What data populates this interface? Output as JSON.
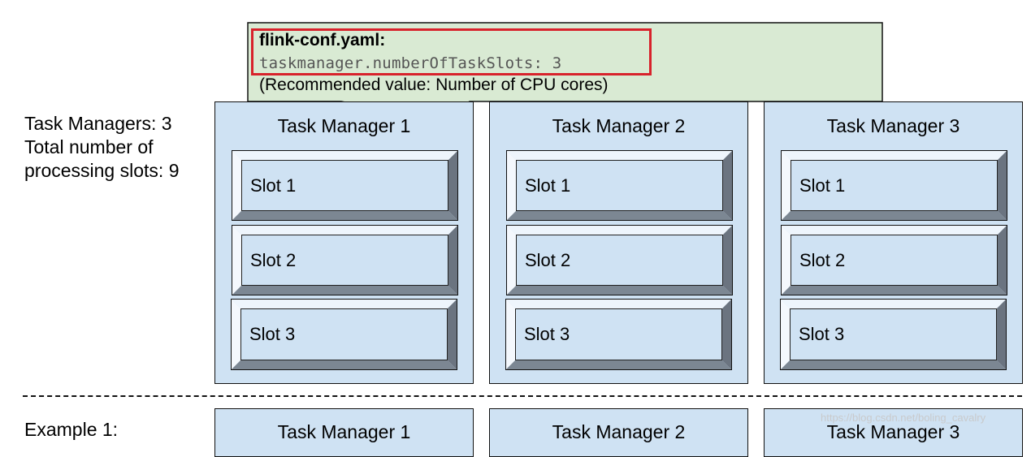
{
  "config": {
    "filename": "flink-conf.yaml:",
    "setting": "taskmanager.numberOfTaskSlots: 3",
    "note": "(Recommended value: Number of CPU cores)"
  },
  "summary": {
    "line1": "Task Managers: 3",
    "line2": "Total number of",
    "line3": "processing slots: 9"
  },
  "task_managers": [
    {
      "title": "Task Manager 1",
      "slots": [
        "Slot 1",
        "Slot 2",
        "Slot 3"
      ]
    },
    {
      "title": "Task Manager 2",
      "slots": [
        "Slot 1",
        "Slot 2",
        "Slot 3"
      ]
    },
    {
      "title": "Task Manager 3",
      "slots": [
        "Slot 1",
        "Slot 2",
        "Slot 3"
      ]
    }
  ],
  "example": {
    "label": "Example 1:",
    "task_managers": [
      "Task Manager 1",
      "Task Manager 2",
      "Task Manager 3"
    ]
  },
  "watermark": "https://blog.csdn.net/boling_cavalry",
  "colors": {
    "callout_fill": "#d9ead3",
    "panel_fill": "#cfe2f3",
    "highlight": "#d8222b"
  }
}
